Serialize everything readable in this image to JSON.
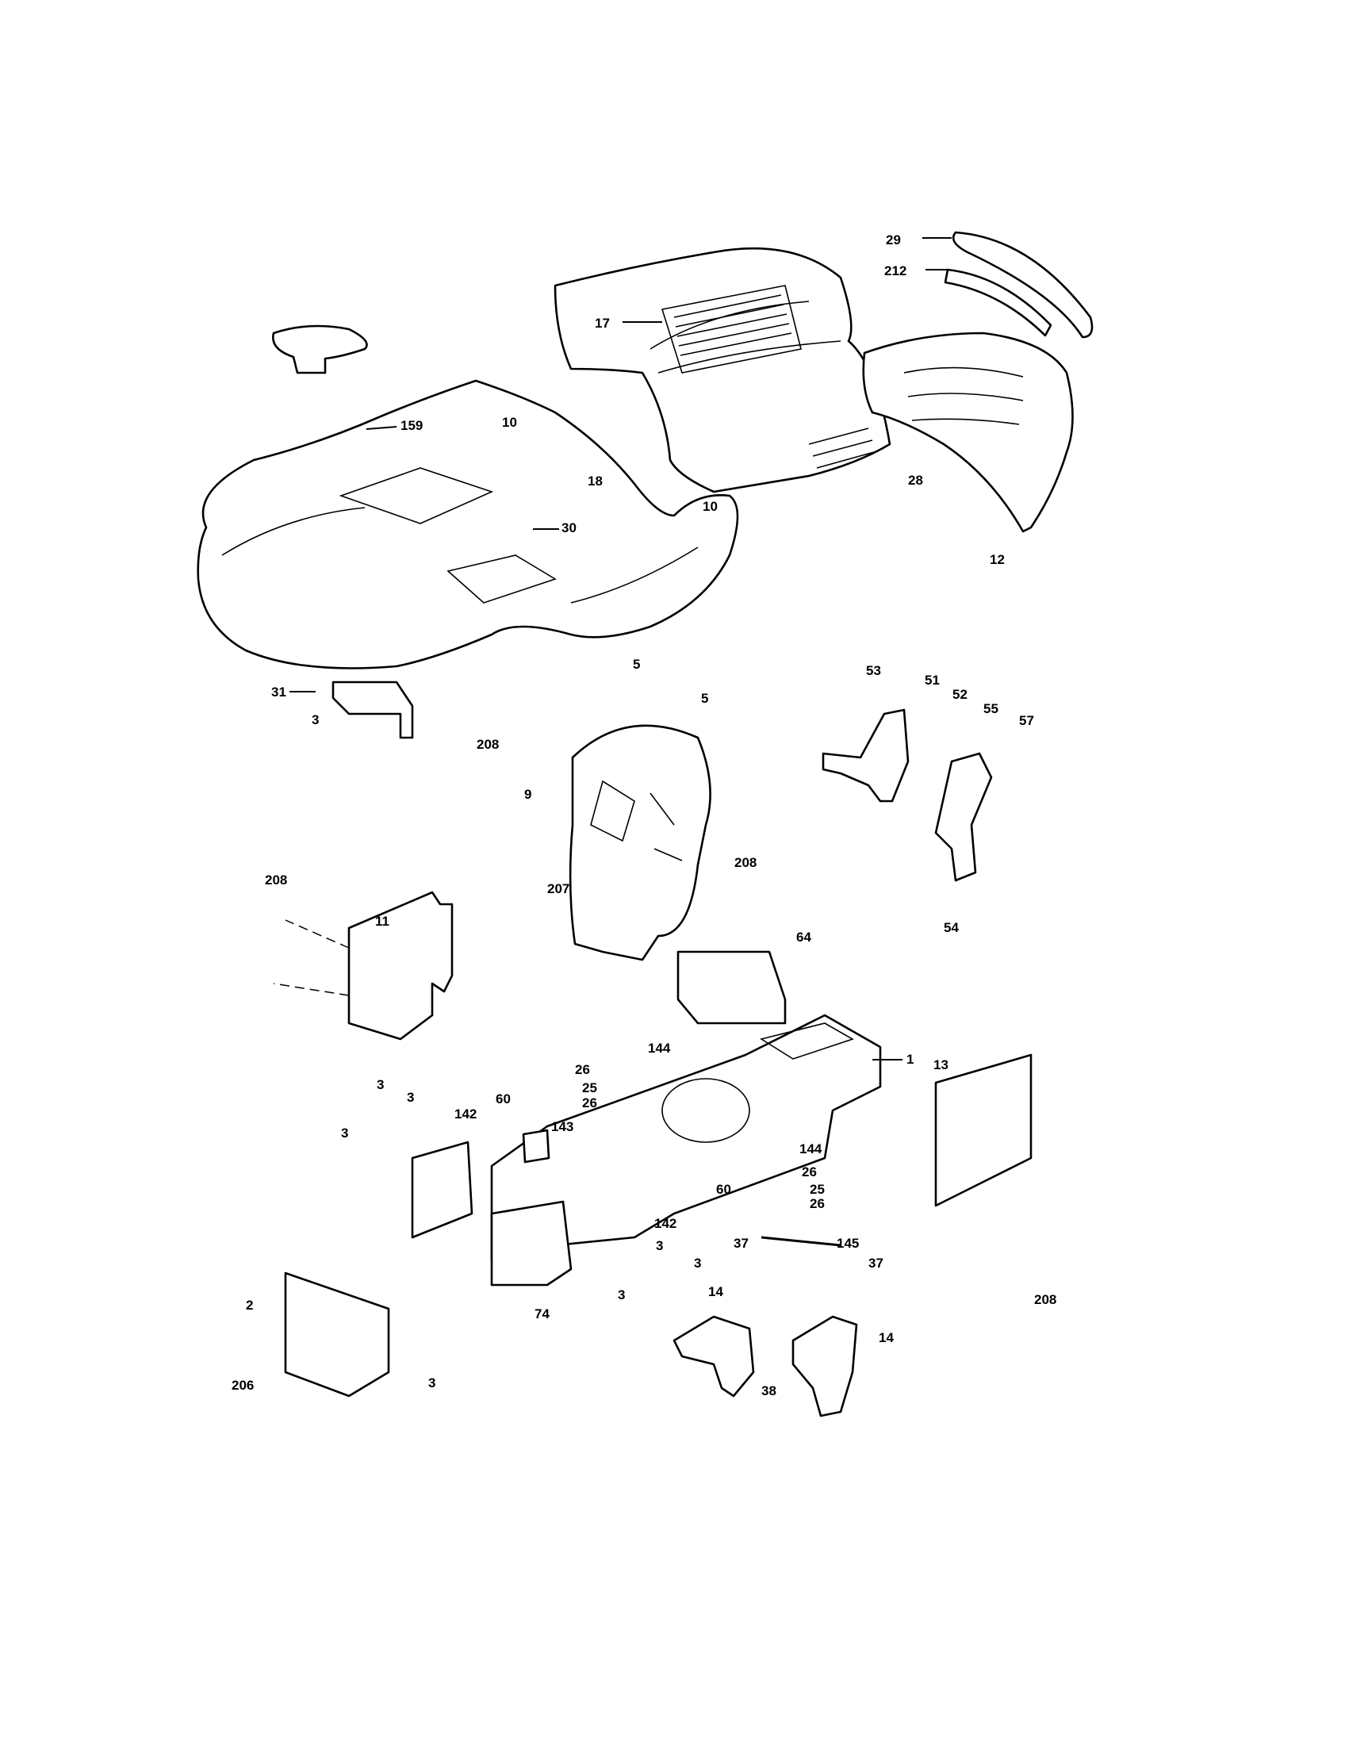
{
  "labels": {
    "l29": "29",
    "l212": "212",
    "l17": "17",
    "l159": "159",
    "l10a": "10",
    "l18": "18",
    "l10b": "10",
    "l28": "28",
    "l30": "30",
    "l12": "12",
    "l31": "31",
    "l3a": "3",
    "l5a": "5",
    "l5b": "5",
    "l208a": "208",
    "l9": "9",
    "l208b": "208",
    "l207": "207",
    "l64": "64",
    "l53": "53",
    "l51": "51",
    "l52": "52",
    "l55": "55",
    "l57": "57",
    "l54": "54",
    "l11": "11",
    "l208c": "208",
    "l144a": "144",
    "l1": "1",
    "l26a": "26",
    "l25a": "25",
    "l26b": "26",
    "l3b": "3",
    "l3c": "3",
    "l3d": "3",
    "l142a": "142",
    "l60a": "60",
    "l143": "143",
    "l13": "13",
    "l144b": "144",
    "l26c": "26",
    "l60b": "60",
    "l25b": "25",
    "l26d": "26",
    "l142b": "142",
    "l37a": "37",
    "l145": "145",
    "l37b": "37",
    "l3e": "3",
    "l3f": "3",
    "l208d": "208",
    "l2": "2",
    "l74": "74",
    "l14a": "14",
    "l14b": "14",
    "l3g": "3",
    "l206": "206",
    "l38": "38"
  }
}
